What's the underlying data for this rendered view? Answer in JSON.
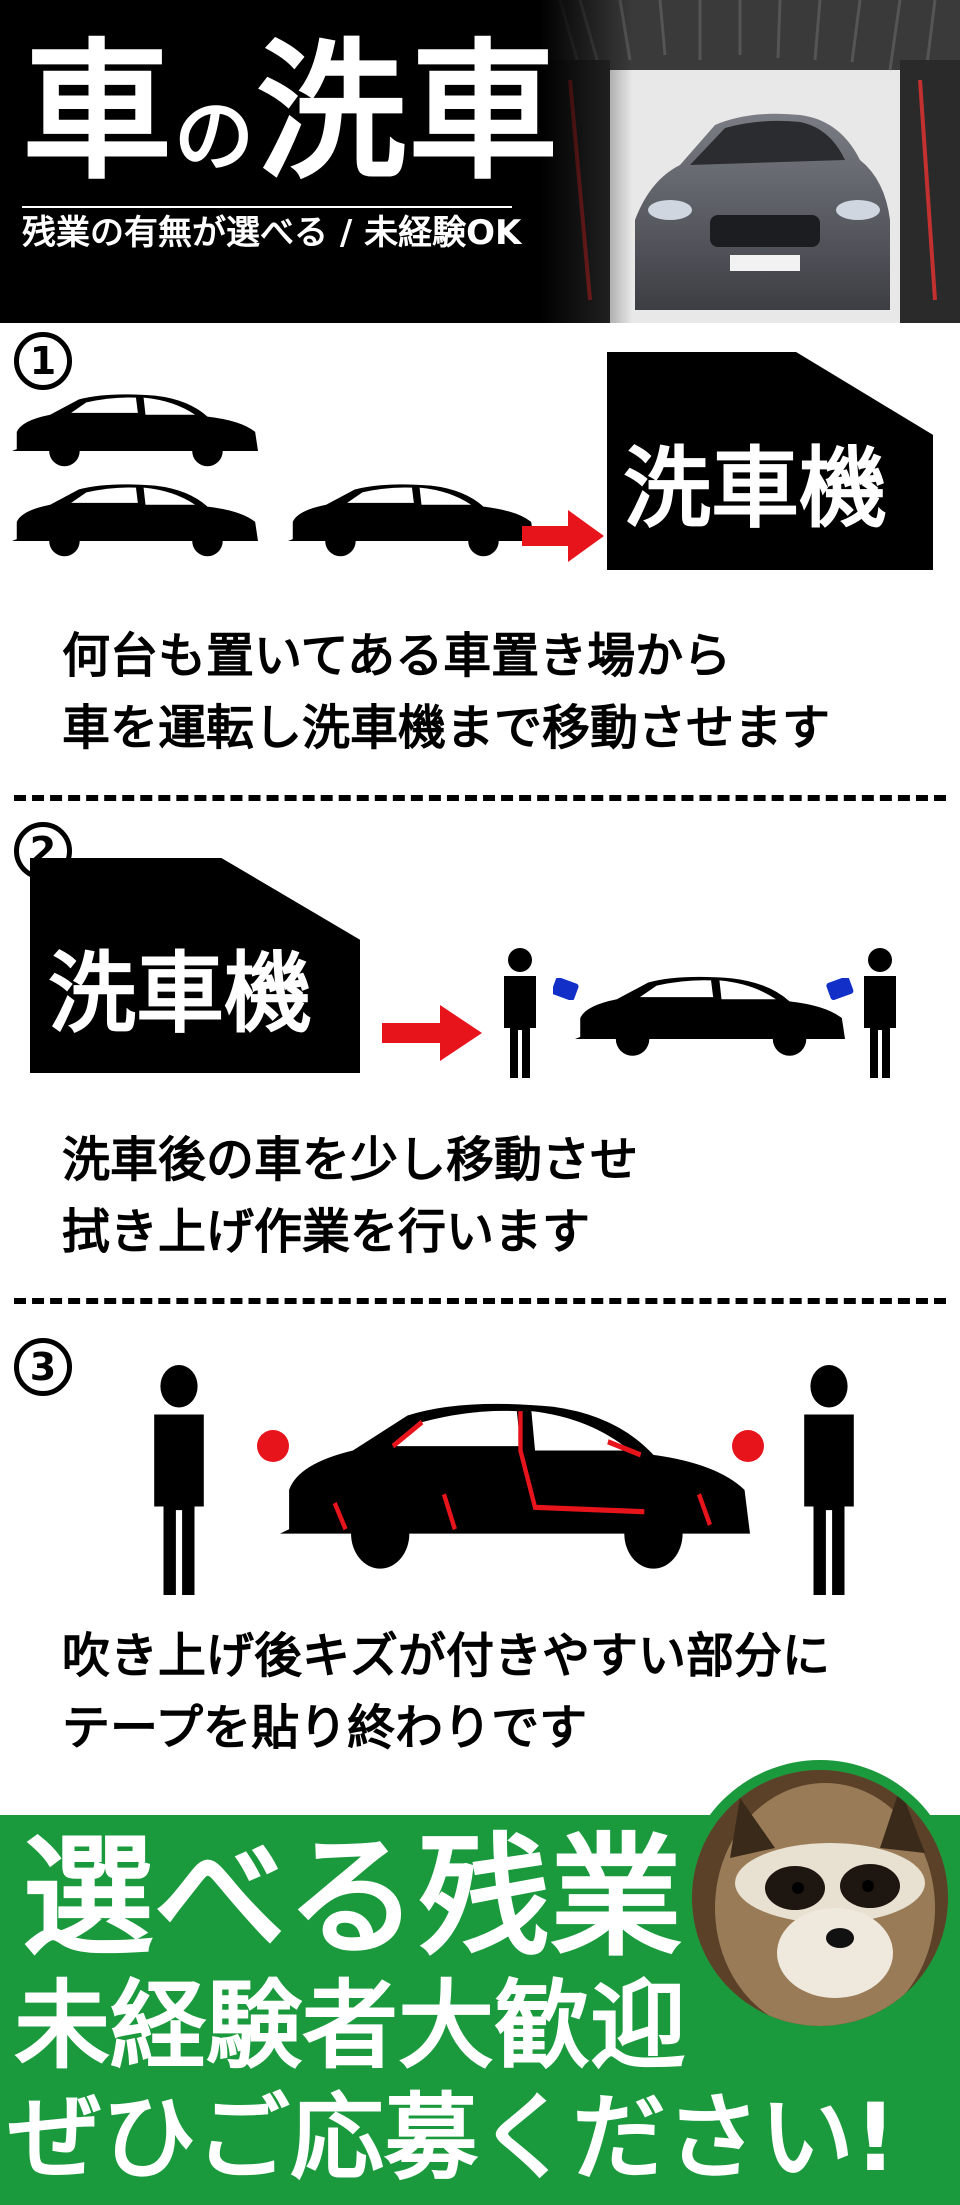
{
  "header": {
    "title_part1": "車",
    "title_particle": "の",
    "title_part2": "洗車",
    "subtitle": "残業の有無が選べる / 未経験OK"
  },
  "steps": [
    {
      "number": "1",
      "machine_label": "洗車機",
      "text_lines": [
        "何台も置いてある車置き場から",
        "車を運転し洗車機まで移動させます"
      ]
    },
    {
      "number": "2",
      "machine_label": "洗車機",
      "text_lines": [
        "洗車後の車を少し移動させ",
        "拭き上げ作業を行います"
      ]
    },
    {
      "number": "3",
      "text_lines": [
        "吹き上げ後キズが付きやすい部分に",
        "テープを貼り終わりです"
      ]
    }
  ],
  "banner": {
    "lines": [
      "選べる残業",
      "未経験者大歓迎",
      "ぜひご応募ください!"
    ]
  },
  "colors": {
    "accent_red": "#e8141c",
    "banner_green": "#1a9a3c",
    "towel_blue": "#1230c8"
  },
  "icons": [
    "car-silhouette-icon",
    "arrow-right-icon",
    "person-icon",
    "car-wash-photo",
    "raccoon-photo"
  ]
}
